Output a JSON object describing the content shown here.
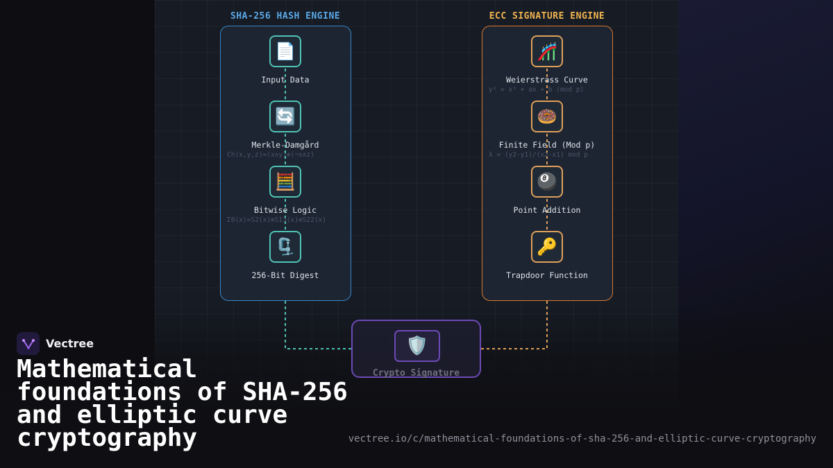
{
  "diagram": {
    "sha_engine": {
      "title": "SHA-256 HASH ENGINE",
      "accent": "#3a87c8",
      "node_border": "#4fc4b4",
      "nodes": [
        {
          "label": "Input Data",
          "icon": "document-icon",
          "glyph": "📄"
        },
        {
          "label": "Merkle-Damgård",
          "icon": "refresh-arrows-icon",
          "glyph": "🔄",
          "formula": "Ch(x,y,z)=(x∧y)⊕(¬x∧z)"
        },
        {
          "label": "Bitwise Logic",
          "icon": "abacus-icon",
          "glyph": "🧮",
          "formula": "Σ0(x)=S2(x)⊕S13(x)⊕S22(x)"
        },
        {
          "label": "256-Bit Digest",
          "icon": "compression-clamp-icon",
          "glyph": "🗜️"
        }
      ]
    },
    "ecc_engine": {
      "title": "ECC SIGNATURE ENGINE",
      "accent": "#d97a32",
      "node_border": "#e0a05a",
      "nodes": [
        {
          "label": "Weierstrass Curve",
          "icon": "roller-coaster-icon",
          "glyph": "🎢",
          "formula": "y² = x³ + ax + b (mod p)"
        },
        {
          "label": "Finite Field (Mod p)",
          "icon": "donut-icon",
          "glyph": "🍩",
          "formula": "λ = (y2-y1)/(x2-x1) mod p"
        },
        {
          "label": "Point Addition",
          "icon": "pool-8-ball-icon",
          "glyph": "🎱"
        },
        {
          "label": "Trapdoor Function",
          "icon": "key-icon",
          "glyph": "🔑"
        }
      ]
    },
    "output": {
      "label": "Crypto Signature",
      "icon": "shield-icon",
      "glyph": "🛡️",
      "accent": "#6c4bb6"
    }
  },
  "brand": {
    "name": "Vectree",
    "logo_icon": "vectree-logo-icon"
  },
  "headline": "Mathematical foundations of SHA-256 and elliptic curve cryptography",
  "url": "vectree.io/c/mathematical-foundations-of-sha-256-and-elliptic-curve-cryptography"
}
